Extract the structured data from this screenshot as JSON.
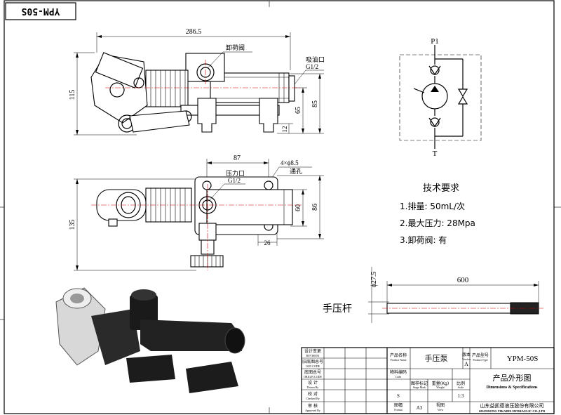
{
  "drawing": {
    "model_code": "YPM-50S",
    "model_code_mirrored": "YPM-50S"
  },
  "front_view": {
    "dim_total_length": "286.5",
    "dim_height": "115",
    "dim_85": "85",
    "dim_65": "65",
    "dim_12": "12",
    "label_unloading_valve": "卸荷阀",
    "label_suction_port": "吸油口",
    "label_suction_thread": "G1/2"
  },
  "top_view": {
    "dim_87": "87",
    "dim_holes": "4×ϕ8.5",
    "label_through_hole": "通孔",
    "label_pressure_port": "压力口",
    "label_pressure_thread": "G1/2",
    "dim_135": "135",
    "dim_60": "60",
    "dim_86": "86",
    "dim_26": "26"
  },
  "schematic": {
    "port_p": "P1",
    "port_t": "T"
  },
  "requirements": {
    "title": "技术要求",
    "items": [
      "1.排量: 50mL/次",
      "2.最大压力: 28Mpa",
      "3.卸荷阀: 有"
    ]
  },
  "handle": {
    "label": "手压杆",
    "dim_diameter": "ϕ27.5",
    "dim_length": "600"
  },
  "title_block": {
    "left_rows": [
      {
        "cn": "设计变更",
        "en": "REVISION"
      },
      {
        "cn": "旧底图总号",
        "en": "OLD CODE"
      },
      {
        "cn": "底图总号",
        "en": "ORIGIN CODE"
      },
      {
        "cn": "设  计",
        "en": "Drawn By"
      },
      {
        "cn": "校  对",
        "en": "Checked By"
      },
      {
        "cn": "审  核",
        "en": "Approved By"
      }
    ],
    "product_name_label": "产品名称",
    "product_name_label_en": "Product Name",
    "product_name": "手压泵",
    "version_label": "版本",
    "version_label_en": "Version",
    "version_value": "A",
    "product_type_label": "产品型号",
    "product_type_label_en": "Product Type",
    "product_type": "YPM-50S",
    "code_label": "物料编码",
    "code_label_en": "Code",
    "drawing_title": "产品外形图",
    "drawing_title_en": "Dimensions & Specifications",
    "stage_mark": "图样标记",
    "stage_mark_en": "Stage Mark",
    "weight": "重量(Kg)",
    "weight_en": "Weight",
    "scale": "比例",
    "scale_en": "Scale",
    "stage_value": "S",
    "scale_value": "1:3",
    "format_label": "图幅",
    "format_label_en": "Format",
    "format_value": "A3",
    "view_label": "视图",
    "view_label_en": "View",
    "company": "山东益凯德液压股份有限公司",
    "company_en": "SHANDONG YIKAIDE HYDRAULIC CO.,LTD"
  }
}
